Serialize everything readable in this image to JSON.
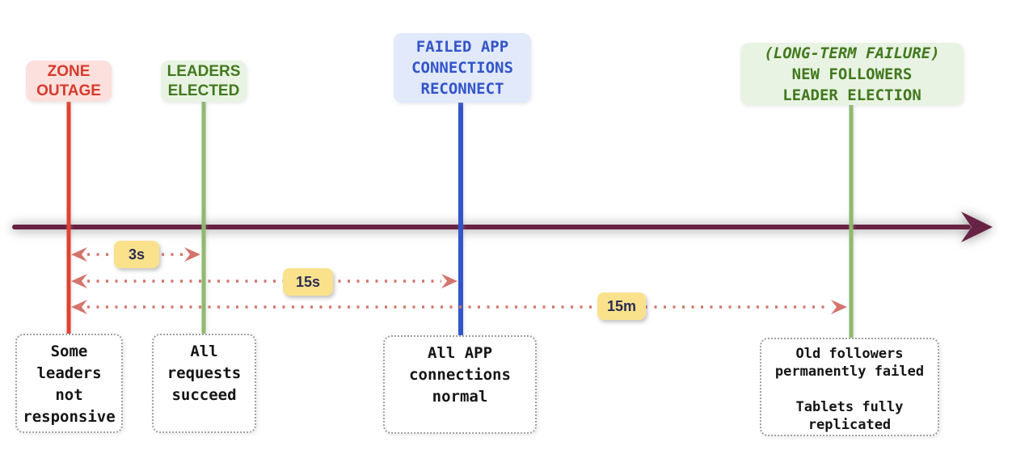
{
  "colors": {
    "timeline_axis": "#682243",
    "duration_arrow": "#d4746c",
    "badge_bg": "#fae28c",
    "badge_text": "#2c2c54",
    "red_label_text": "#d93a2b",
    "red_label_bg": "#fbe0dd",
    "green_label_text": "#41791d",
    "green_label_bg": "#e9f3e3",
    "blue_label_text": "#3355c9",
    "blue_label_bg": "#e1e9fb",
    "red_line": "#e04231",
    "green_line": "#8fba6e",
    "blue_line": "#3355c9"
  },
  "events": [
    {
      "name": "zone-outage",
      "label_lines": [
        "ZONE",
        "OUTAGE"
      ],
      "note_lines": [
        "Some",
        "leaders",
        "not",
        "responsive"
      ]
    },
    {
      "name": "leaders-elected",
      "label_lines": [
        "LEADERS",
        "ELECTED"
      ],
      "note_lines": [
        "All",
        "requests",
        "succeed"
      ]
    },
    {
      "name": "failed-app-connections-reconnect",
      "label_lines": [
        "FAILED APP",
        "CONNECTIONS",
        "RECONNECT"
      ],
      "note_lines": [
        "All APP",
        "connections",
        "normal"
      ]
    },
    {
      "name": "long-term-failure-new-followers-leader-election",
      "label_lines": [
        "(LONG-TERM FAILURE)",
        "NEW FOLLOWERS",
        "LEADER ELECTION"
      ],
      "note_lines": [
        "Old followers",
        "permanently failed",
        "",
        "Tablets fully",
        "replicated"
      ]
    }
  ],
  "durations": [
    {
      "name": "zone-outage-to-leaders-elected",
      "label": "3s"
    },
    {
      "name": "zone-outage-to-connections-reconnect",
      "label": "15s"
    },
    {
      "name": "zone-outage-to-new-followers-election",
      "label": "15m"
    }
  ]
}
